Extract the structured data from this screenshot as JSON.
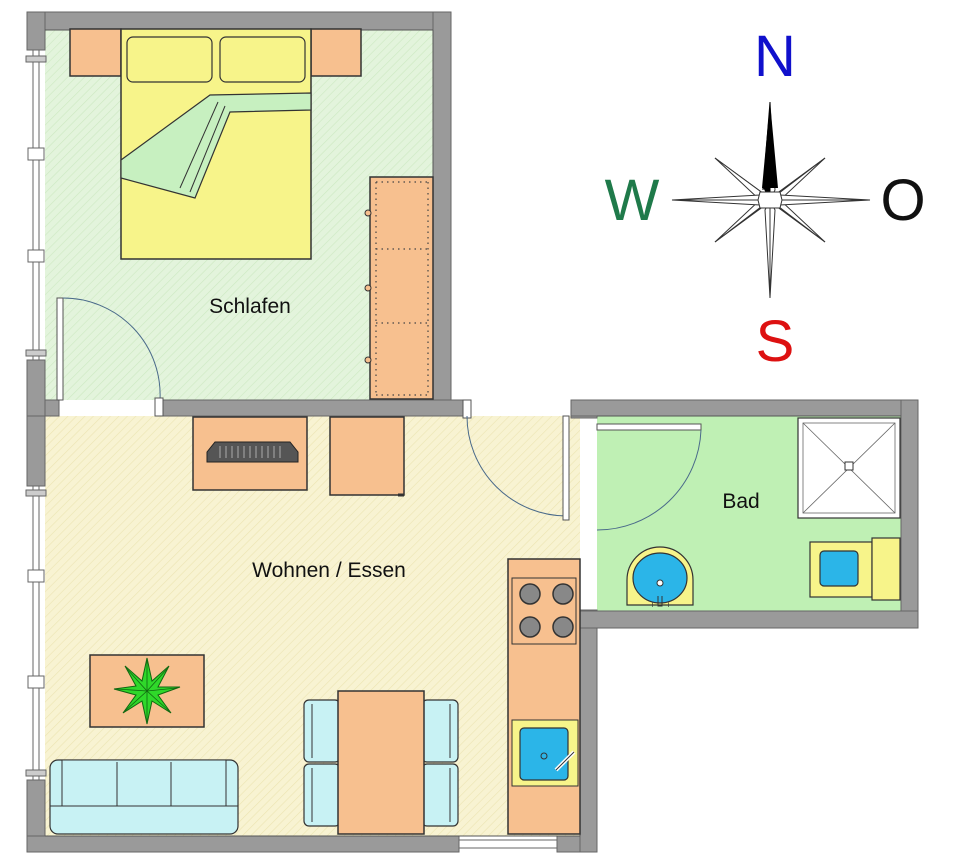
{
  "rooms": {
    "bedroom": "Schlafen",
    "living": "Wohnen / Essen",
    "bath": "Bad"
  },
  "compass": {
    "north": "N",
    "east": "O",
    "south": "S",
    "west": "W",
    "north_color": "#1010cc",
    "east_color": "#111111",
    "south_color": "#dd1111",
    "west_color": "#1f7a4a"
  },
  "colors": {
    "wall": "#9a9a9a",
    "bedroom_floor": "#e3f4dc",
    "living_floor": "#f7f2cf",
    "bath_floor": "#bff0b4",
    "furniture": "#f7c08f",
    "bedding": "#f7f48a",
    "sofa": "#c8f2f4",
    "water": "#2bb5e8"
  }
}
